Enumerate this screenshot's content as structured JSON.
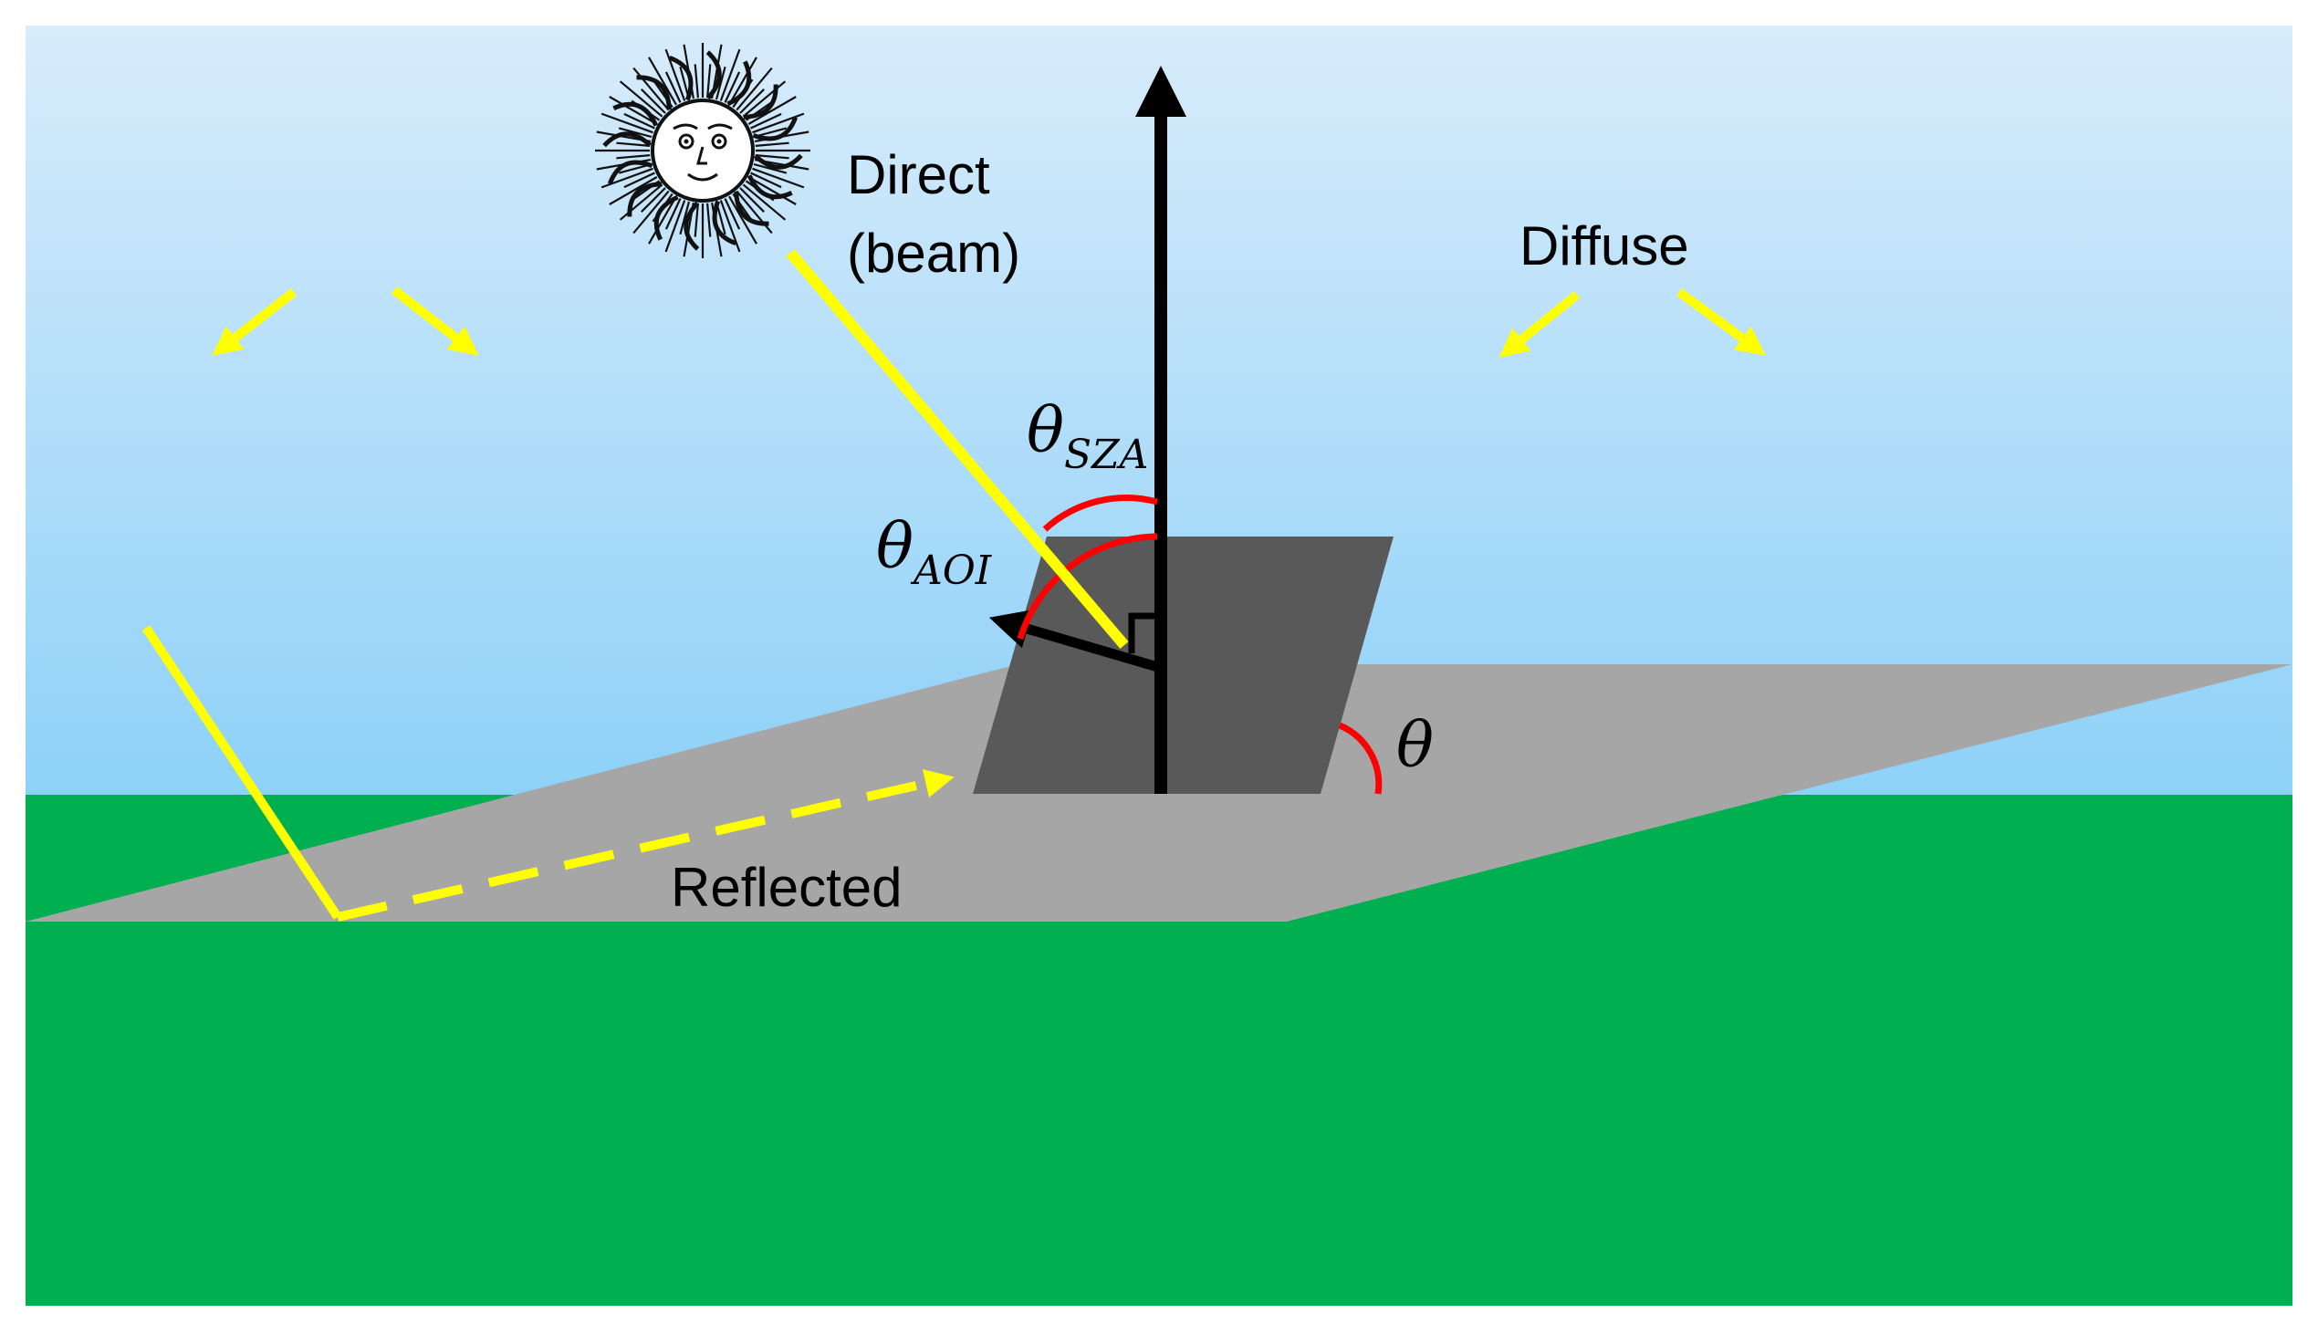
{
  "labels": {
    "direct_line1": "Direct",
    "direct_line2": "(beam)",
    "diffuse": "Diffuse",
    "reflected": "Reflected",
    "theta_symbol": "θ",
    "sza_subscript": "SZA",
    "aoi_subscript": "AOI",
    "tilt_symbol": "θ"
  },
  "icons": {
    "sun": "sun-face-icon"
  },
  "colors": {
    "sky_top": "#d8ecfb",
    "sky_bottom": "#8ed1f8",
    "ground": "#00b050",
    "plane": "#a6a6a6",
    "panel": "#595959",
    "light_ray": "#ffff00",
    "angle_arc": "#ff0000",
    "vector": "#000000"
  }
}
